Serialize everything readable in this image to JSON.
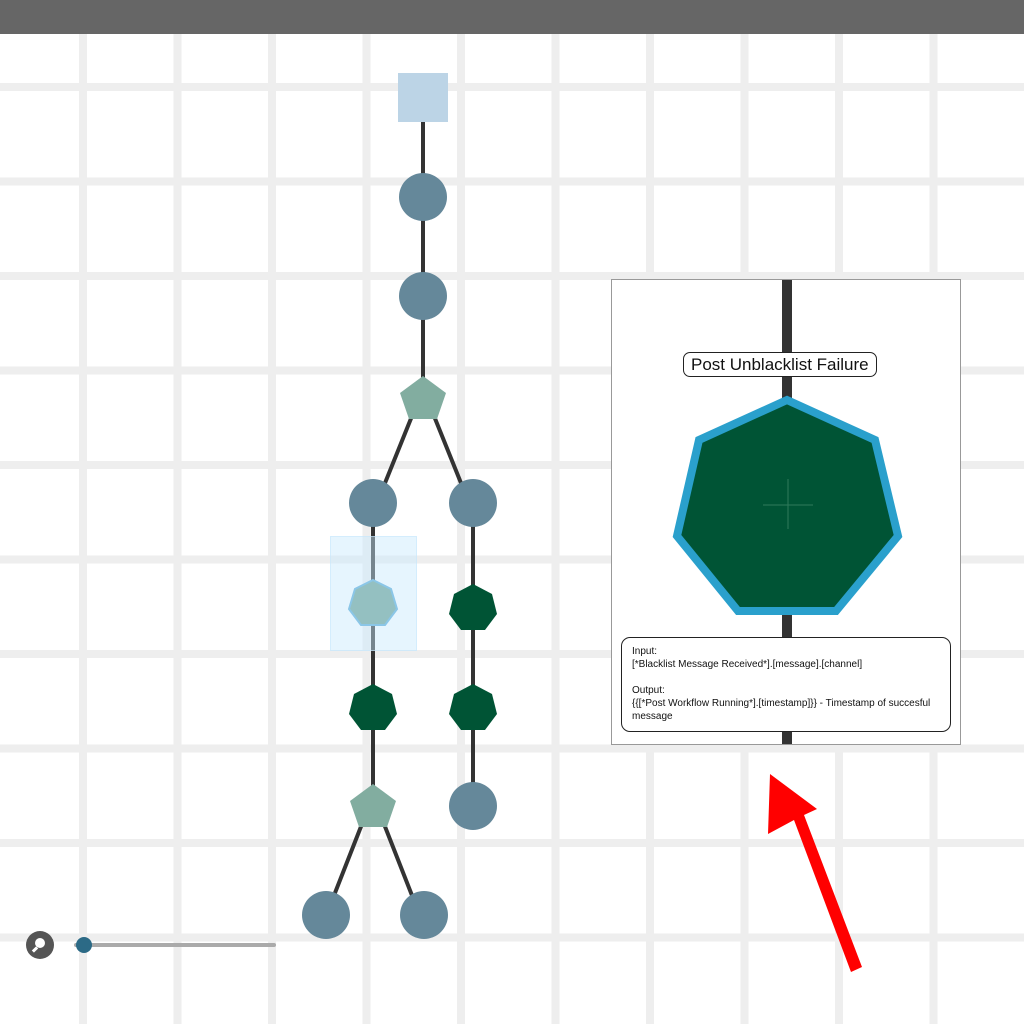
{
  "window": {
    "topbar_color": "#666666"
  },
  "workflow": {
    "node_colors": {
      "start": "#bcd4e6",
      "circle": "#65889a",
      "pentagon": "#82ada0",
      "heptagon": "#005435",
      "selected": "#6a9e90",
      "selected_border": "#5aaad6"
    },
    "nodes": [
      {
        "id": "start",
        "shape": "square"
      },
      {
        "id": "n1",
        "shape": "circle"
      },
      {
        "id": "n2",
        "shape": "circle"
      },
      {
        "id": "split1",
        "shape": "pentagon"
      },
      {
        "id": "l1",
        "shape": "circle"
      },
      {
        "id": "r1",
        "shape": "circle"
      },
      {
        "id": "l2",
        "shape": "heptagon",
        "selected": true
      },
      {
        "id": "r2",
        "shape": "heptagon"
      },
      {
        "id": "l3",
        "shape": "heptagon"
      },
      {
        "id": "r3",
        "shape": "heptagon"
      },
      {
        "id": "split2",
        "shape": "pentagon"
      },
      {
        "id": "r4",
        "shape": "circle"
      },
      {
        "id": "ll",
        "shape": "circle"
      },
      {
        "id": "lr",
        "shape": "circle"
      }
    ]
  },
  "detail_panel": {
    "title": "Post Unblacklist Failure",
    "node_fill": "#005435",
    "node_border": "#2aa0cc",
    "input_label": "Input:",
    "input_value": "[*Blacklist Message Received*].[message].[channel]",
    "output_label": "Output:",
    "output_value": "{{[*Post Workflow Running*].[timestamp]}} - Timestamp of succesful message"
  },
  "zoom": {
    "icon": "search-icon",
    "level": 0.05
  },
  "annotation": {
    "arrow_color": "#ff0000"
  }
}
